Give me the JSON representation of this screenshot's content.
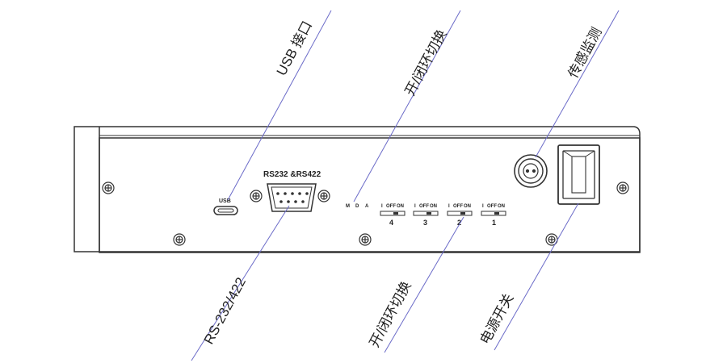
{
  "colors": {
    "outline": "#333333",
    "leader": "#6b6bc8",
    "text": "#222222",
    "background": "#ffffff"
  },
  "panel": {
    "usb_label": "USB",
    "serial_label": "RS232 &RS422",
    "mode_letters": [
      "M",
      "D",
      "A"
    ],
    "switches": [
      {
        "number": "4",
        "states": [
          "I",
          "OFF",
          "ON"
        ]
      },
      {
        "number": "3",
        "states": [
          "I",
          "OFF",
          "ON"
        ]
      },
      {
        "number": "2",
        "states": [
          "I",
          "OFF",
          "ON"
        ]
      },
      {
        "number": "1",
        "states": [
          "I",
          "OFF",
          "ON"
        ]
      }
    ]
  },
  "callouts": {
    "usb": "USB 接口",
    "loop_top": "开/闭环切换",
    "sensor": "传感监测",
    "rs": "RS-232/422",
    "loop_bottom": "开/闭环切换",
    "power": "电源开关"
  },
  "icons": [
    "screw-icon",
    "db9-connector-icon",
    "usb-port-icon",
    "circular-connector-icon",
    "rocker-switch-icon"
  ]
}
